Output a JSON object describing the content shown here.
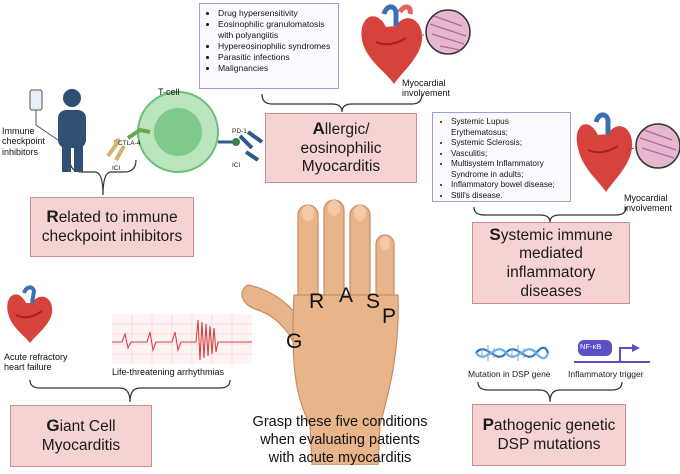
{
  "allergic": {
    "list": [
      "Drug hypersensitivity",
      "Eosinophilic granulomatosis with polyangiitis",
      "Hypereosinophilic syndromes",
      "Parasitic infections",
      "Malignancies"
    ],
    "myocardial_label": "Myocardial involvement",
    "box_initial": "A",
    "box_rest_1": "llergic/",
    "box_line_2": "eosinophilic",
    "box_line_3": "Myocarditis"
  },
  "immune": {
    "tcell_label": "T-cell",
    "patient_label": "Immune checkpoint inhibitors",
    "ctla4_label": "CTLA-4",
    "pd1_label": "PD-1",
    "ici_left": "ICI",
    "ici_right": "ICI",
    "box_initial": "R",
    "box_rest_1": "elated to immune",
    "box_line_2": "checkpoint inhibitors"
  },
  "systemic": {
    "list": [
      "Systemic Lupus Erythematosus;",
      "Systemic Sclerosis;",
      "Vasculitis;",
      "Multisystem Inflammatory Syndrome in adults;",
      "Inflammatory bowel disease;",
      "Still's disease."
    ],
    "myocardial_label": "Myocardial involvement",
    "box_initial": "S",
    "box_rest_1": "ystemic immune",
    "box_line_2": "mediated",
    "box_line_3": "inflammatory",
    "box_line_4": "diseases"
  },
  "giant": {
    "heart_failure_label": "Acute refractory heart failure",
    "arrhythmia_label": "Life-threatening arrhythmias",
    "box_initial": "G",
    "box_rest_1": "iant Cell",
    "box_line_2": "Myocarditis"
  },
  "pathogenic": {
    "mutation_label": "Mutation in DSP gene",
    "nfkb_label": "NF-κB",
    "trigger_label": "Inflammatory trigger",
    "box_initial": "P",
    "box_rest_1": "athogenic genetic",
    "box_line_2": "DSP mutations"
  },
  "hand_letters": {
    "g": "G",
    "r": "R",
    "a": "A",
    "s": "S",
    "p": "P"
  },
  "footer": {
    "line1": "Grasp these five conditions",
    "line2": "when evaluating patients",
    "line3": "with acute myocarditis"
  },
  "colors": {
    "box_fill": "#f6d3d3",
    "box_border": "#c78f8f",
    "list_border": "#9aa0d6",
    "hand": "#e8b48a",
    "tcell": "#8fd19a",
    "heart_red": "#d8423c",
    "heart_blue": "#3a6fb0"
  }
}
